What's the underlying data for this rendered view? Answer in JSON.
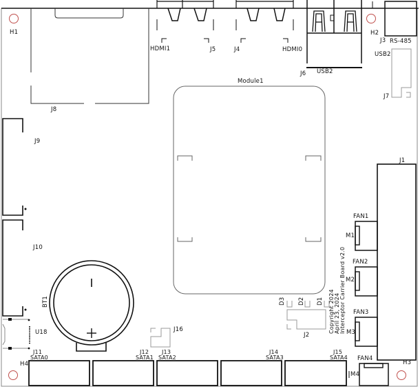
{
  "board": {
    "title": "Interceptor Carrier Board v2.0",
    "copyright_lines": [
      "Copyright 2024",
      "April 23, 2024",
      "Interceptor Carrier Board v2.0"
    ],
    "colors": {
      "silkscreen": "#111111",
      "mounting_hole": "#c0504d",
      "outline": "#888888"
    }
  },
  "mounting_holes": [
    {
      "ref": "H1"
    },
    {
      "ref": "H2"
    },
    {
      "ref": "H3"
    },
    {
      "ref": "H4"
    }
  ],
  "top_connectors": {
    "hdmi1": {
      "label": "HDMI1",
      "ref": "J5"
    },
    "hdmi0": {
      "label": "HDMI0",
      "ref": "J4"
    },
    "usb_top": {
      "ref": "J6",
      "label": "USB2"
    },
    "rs485": {
      "ref": "J3",
      "label": "RS-485"
    },
    "usb_side": {
      "ref": "J7",
      "label": "USB2"
    },
    "card_slot": {
      "ref": "J8"
    }
  },
  "left_connectors": {
    "j9": {
      "ref": "J9"
    },
    "j10": {
      "ref": "J10"
    },
    "u18": {
      "ref": "U18"
    }
  },
  "module": {
    "ref": "Module1"
  },
  "battery": {
    "ref": "BT1",
    "minus": "−",
    "plus": "+"
  },
  "header_j16": {
    "ref": "J16"
  },
  "header_j2": {
    "ref": "J2"
  },
  "leds": [
    {
      "ref": "D3"
    },
    {
      "ref": "D2"
    },
    {
      "ref": "D1"
    }
  ],
  "j1": {
    "ref": "J1"
  },
  "fans": [
    {
      "label": "FAN1",
      "ref": "M1"
    },
    {
      "label": "FAN2",
      "ref": "M2"
    },
    {
      "label": "FAN3",
      "ref": "M3"
    },
    {
      "label": "FAN4",
      "ref": "M4"
    }
  ],
  "sata": [
    {
      "ref": "J11",
      "label": "SATA0"
    },
    {
      "ref": "J12",
      "label": "SATA1"
    },
    {
      "ref": "J13",
      "label": "SATA2"
    },
    {
      "ref": "J14",
      "label": "SATA3"
    },
    {
      "ref": "J15",
      "label": "SATA4"
    }
  ]
}
